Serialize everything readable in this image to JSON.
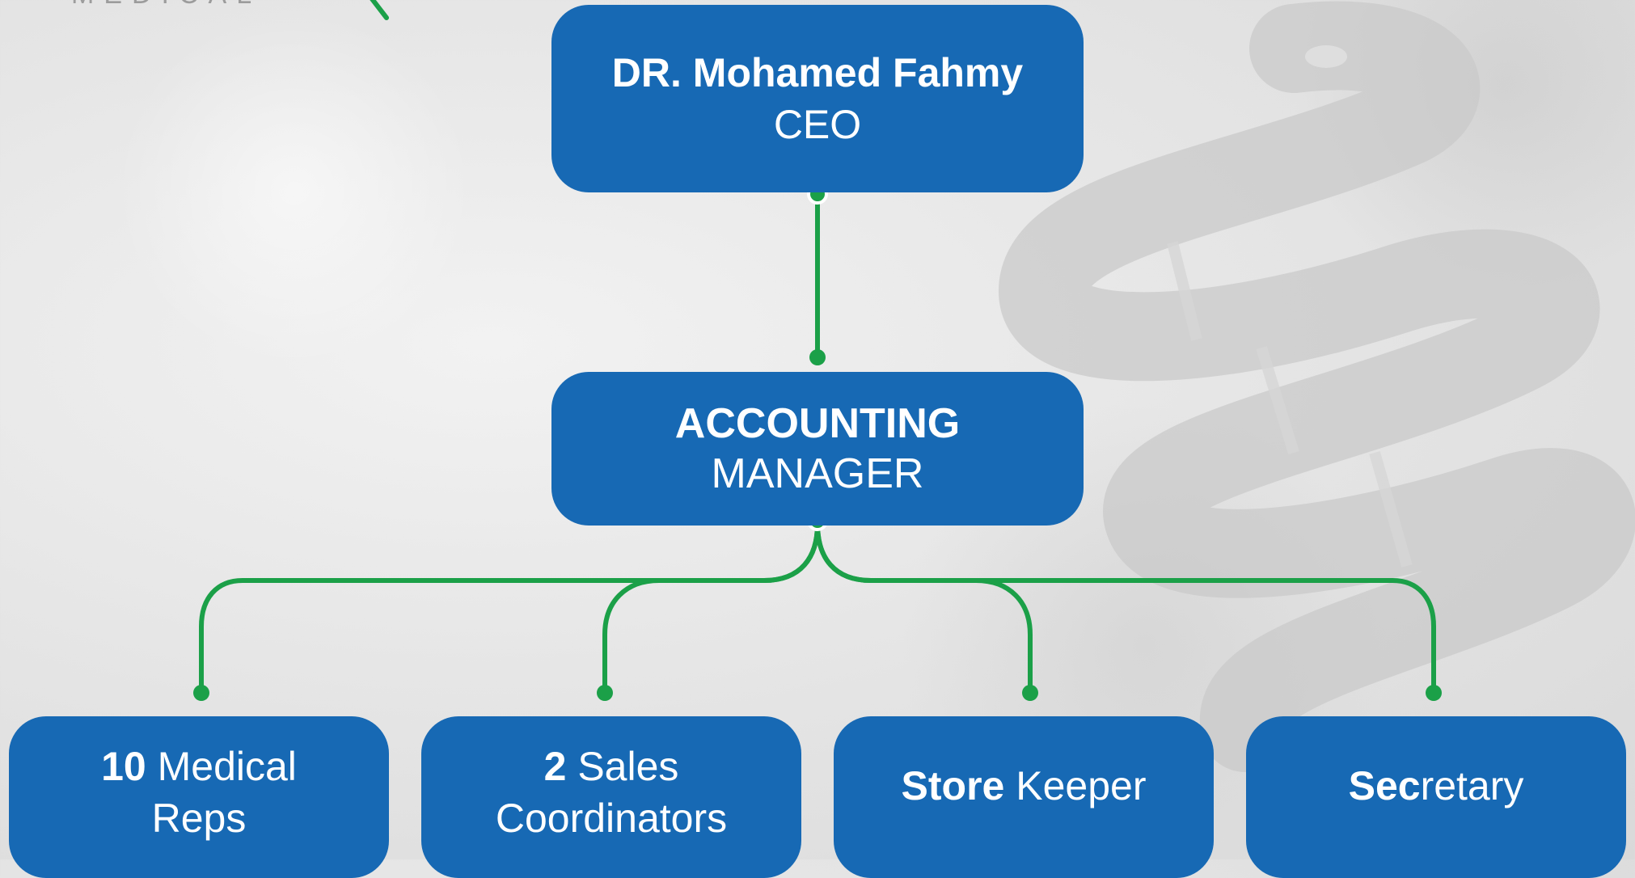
{
  "logo": {
    "text": "MEDICAL"
  },
  "colors": {
    "box": "#1769b4",
    "connector": "#1ba048",
    "background": "#e4e4e4"
  },
  "nodes": {
    "ceo": {
      "name": "DR. Mohamed Fahmy",
      "role": "CEO"
    },
    "accounting": {
      "line1": "ACCOUNTING",
      "line2": "MANAGER"
    },
    "reps": {
      "bold": "10",
      "rest": " Medical",
      "line2": "Reps"
    },
    "sales": {
      "bold": "2",
      "rest": " Sales",
      "line2": "Coordinators"
    },
    "store": {
      "bold": "Store",
      "rest": " Keeper"
    },
    "secretary": {
      "bold": "Sec",
      "rest": "retary"
    }
  }
}
